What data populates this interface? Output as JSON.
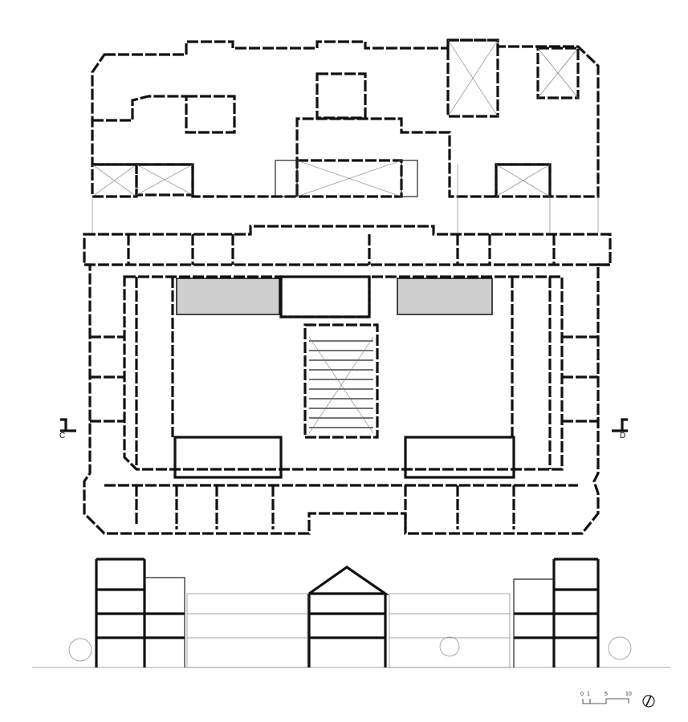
{
  "section_markers": {
    "left": "C",
    "right": "D"
  },
  "scale_bar": {
    "ticks": [
      "0",
      "1",
      "5",
      "10"
    ]
  },
  "colors": {
    "walls": "#111111",
    "hatch": "#cccccc"
  }
}
